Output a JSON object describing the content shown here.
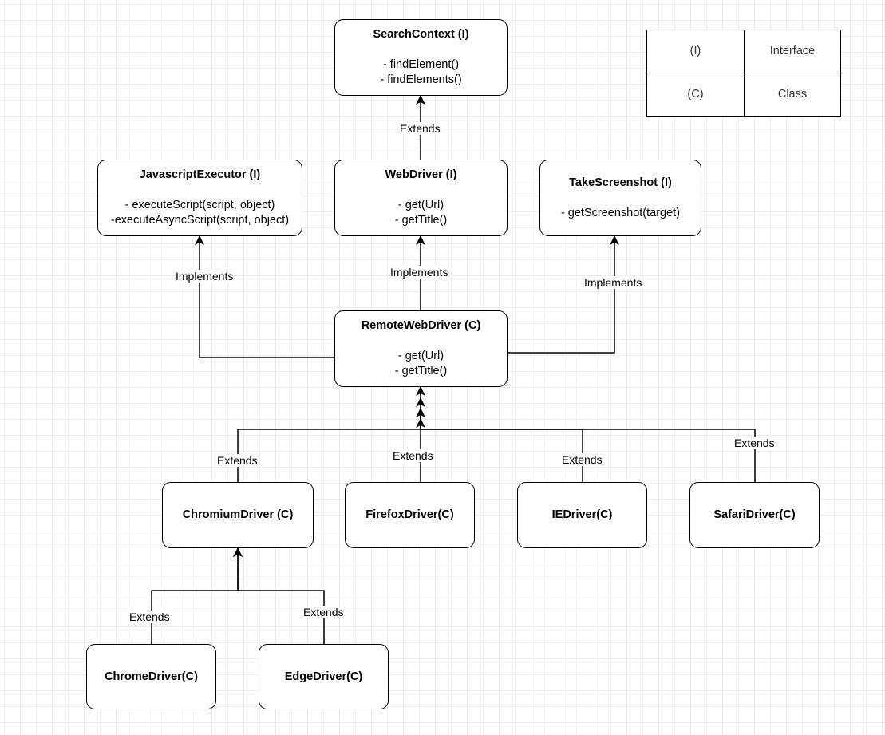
{
  "nodes": {
    "search_context": {
      "title": "SearchContext (I)",
      "members": [
        "- findElement()",
        "- findElements()"
      ]
    },
    "javascript_executor": {
      "title": "JavascriptExecutor (I)",
      "members": [
        "- executeScript(script, object)",
        "-executeAsyncScript(script, object)"
      ]
    },
    "web_driver": {
      "title": "WebDriver (I)",
      "members": [
        "- get(Url)",
        "- getTitle()"
      ]
    },
    "take_screenshot": {
      "title": "TakeScreenshot (I)",
      "members": [
        "- getScreenshot(target)"
      ]
    },
    "remote_web_driver": {
      "title": "RemoteWebDriver (C)",
      "members": [
        "- get(Url)",
        "- getTitle()"
      ]
    },
    "chromium_driver": {
      "title": "ChromiumDriver (C)"
    },
    "firefox_driver": {
      "title": "FirefoxDriver(C)"
    },
    "ie_driver": {
      "title": "IEDriver(C)"
    },
    "safari_driver": {
      "title": "SafariDriver(C)"
    },
    "chrome_driver": {
      "title": "ChromeDriver(C)"
    },
    "edge_driver": {
      "title": "EdgeDriver(C)"
    }
  },
  "edge_labels": {
    "webdriver_to_searchcontext": "Extends",
    "remote_to_javascript": "Implements",
    "remote_to_webdriver": "Implements",
    "remote_to_screenshot": "Implements",
    "chromium_to_remote": "Extends",
    "firefox_to_remote": "Extends",
    "ie_to_remote": "Extends",
    "safari_to_remote": "Extends",
    "chrome_to_chromium": "Extends",
    "edge_to_chromium": "Extends"
  },
  "legend": {
    "rows": [
      {
        "symbol": "(I)",
        "meaning": "Interface"
      },
      {
        "symbol": "(C)",
        "meaning": "Class"
      }
    ]
  }
}
